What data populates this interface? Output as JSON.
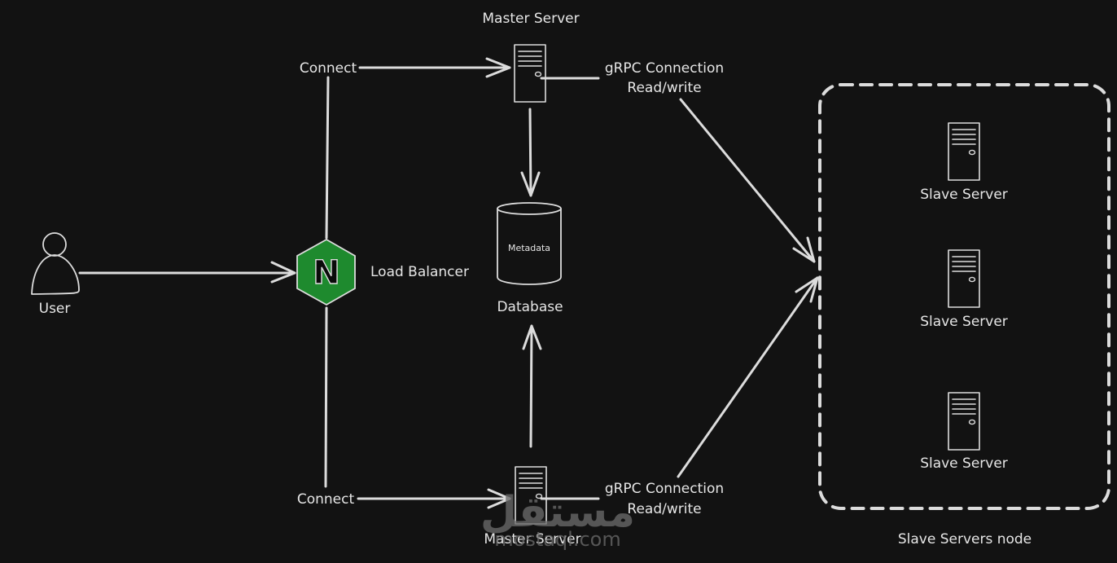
{
  "diagram": {
    "colors": {
      "background": "#121212",
      "stroke": "#dcdcdc",
      "text": "#e6e6e6",
      "load_balancer_fill": "#1e8a2e",
      "watermark": "#6a6a6a"
    },
    "nodes": {
      "user": {
        "label": "User",
        "icon": "user-icon"
      },
      "load_balancer": {
        "label": "Load Balancer",
        "icon": "nginx-icon",
        "glyph": "N"
      },
      "master_top": {
        "label": "Master Server",
        "icon": "server-icon"
      },
      "master_bottom": {
        "label": "Master Server",
        "icon": "server-icon"
      },
      "database": {
        "label": "Database",
        "inner_label": "Metadata",
        "icon": "database-icon"
      },
      "slave_group": {
        "label": "Slave Servers node",
        "servers": [
          {
            "label": "Slave Server",
            "icon": "server-icon"
          },
          {
            "label": "Slave Server",
            "icon": "server-icon"
          },
          {
            "label": "Slave Server",
            "icon": "server-icon"
          }
        ]
      }
    },
    "edges": {
      "connect_top": {
        "label": "Connect"
      },
      "connect_bottom": {
        "label": "Connect"
      },
      "grpc_top": {
        "line1": "gRPC Connection",
        "line2": "Read/write"
      },
      "grpc_bottom": {
        "line1": "gRPC Connection",
        "line2": "Read/write"
      }
    },
    "watermark": {
      "arabic": "مستقل",
      "latin": "mostaql.com"
    }
  }
}
